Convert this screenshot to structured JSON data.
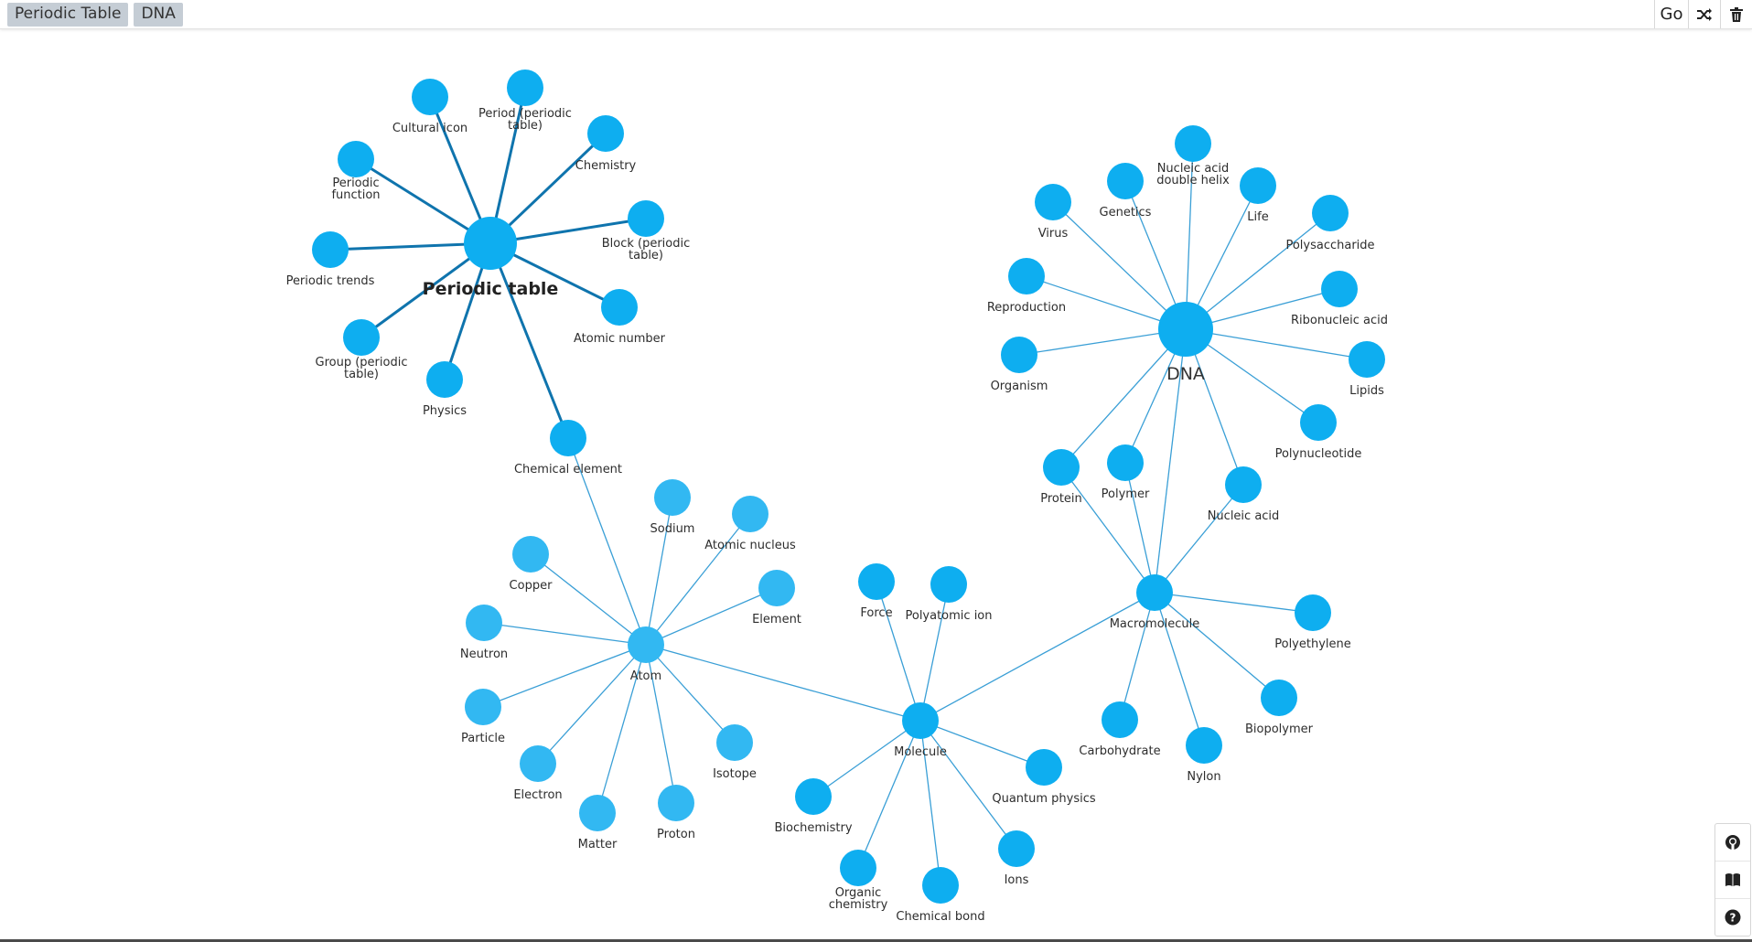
{
  "tabs": [
    {
      "label": "Periodic Table"
    },
    {
      "label": "DNA"
    }
  ],
  "toolbar": {
    "go_label": "Go",
    "shuffle_icon": "shuffle-icon",
    "trash_icon": "trash-icon"
  },
  "side_tools": [
    "github-icon",
    "book-icon",
    "help-icon"
  ],
  "colors": {
    "node": "#0eaef0",
    "edge_strong": "#0f74ad",
    "edge": "#3a9fd6",
    "tag_bg": "#c5cdd5"
  },
  "graph": {
    "nodes": [
      {
        "id": "periodic-table",
        "label": "Periodic table"
      },
      {
        "id": "cultural-icon",
        "label": "Cultural icon"
      },
      {
        "id": "period",
        "label": "Period (periodic table)"
      },
      {
        "id": "chemistry",
        "label": "Chemistry"
      },
      {
        "id": "periodic-function",
        "label": "Periodic function"
      },
      {
        "id": "block",
        "label": "Block (periodic table)"
      },
      {
        "id": "periodic-trends",
        "label": "Periodic trends"
      },
      {
        "id": "atomic-number",
        "label": "Atomic number"
      },
      {
        "id": "group",
        "label": "Group (periodic table)"
      },
      {
        "id": "physics",
        "label": "Physics"
      },
      {
        "id": "chemical-element",
        "label": "Chemical element"
      },
      {
        "id": "dna",
        "label": "DNA"
      },
      {
        "id": "nucleic-acid-double-helix",
        "label": "Nucleic acid double helix"
      },
      {
        "id": "genetics",
        "label": "Genetics"
      },
      {
        "id": "life",
        "label": "Life"
      },
      {
        "id": "virus",
        "label": "Virus"
      },
      {
        "id": "polysaccharide",
        "label": "Polysaccharide"
      },
      {
        "id": "reproduction",
        "label": "Reproduction"
      },
      {
        "id": "ribonucleic-acid",
        "label": "Ribonucleic acid"
      },
      {
        "id": "organism",
        "label": "Organism"
      },
      {
        "id": "lipids",
        "label": "Lipids"
      },
      {
        "id": "polynucleotide",
        "label": "Polynucleotide"
      },
      {
        "id": "protein",
        "label": "Protein"
      },
      {
        "id": "polymer",
        "label": "Polymer"
      },
      {
        "id": "nucleic-acid",
        "label": "Nucleic acid"
      },
      {
        "id": "atom",
        "label": "Atom"
      },
      {
        "id": "sodium",
        "label": "Sodium"
      },
      {
        "id": "atomic-nucleus",
        "label": "Atomic nucleus"
      },
      {
        "id": "copper",
        "label": "Copper"
      },
      {
        "id": "element",
        "label": "Element"
      },
      {
        "id": "neutron",
        "label": "Neutron"
      },
      {
        "id": "particle",
        "label": "Particle"
      },
      {
        "id": "isotope",
        "label": "Isotope"
      },
      {
        "id": "electron",
        "label": "Electron"
      },
      {
        "id": "proton",
        "label": "Proton"
      },
      {
        "id": "matter",
        "label": "Matter"
      },
      {
        "id": "molecule",
        "label": "Molecule"
      },
      {
        "id": "force",
        "label": "Force"
      },
      {
        "id": "polyatomic-ion",
        "label": "Polyatomic ion"
      },
      {
        "id": "quantum-physics",
        "label": "Quantum physics"
      },
      {
        "id": "biochemistry",
        "label": "Biochemistry"
      },
      {
        "id": "ions",
        "label": "Ions"
      },
      {
        "id": "organic-chemistry",
        "label": "Organic chemistry"
      },
      {
        "id": "chemical-bond",
        "label": "Chemical bond"
      },
      {
        "id": "macromolecule",
        "label": "Macromolecule"
      },
      {
        "id": "polyethylene",
        "label": "Polyethylene"
      },
      {
        "id": "carbohydrate",
        "label": "Carbohydrate"
      },
      {
        "id": "biopolymer",
        "label": "Biopolymer"
      },
      {
        "id": "nylon",
        "label": "Nylon"
      }
    ],
    "edges": [
      [
        "periodic-table",
        "cultural-icon"
      ],
      [
        "periodic-table",
        "period"
      ],
      [
        "periodic-table",
        "chemistry"
      ],
      [
        "periodic-table",
        "periodic-function"
      ],
      [
        "periodic-table",
        "block"
      ],
      [
        "periodic-table",
        "periodic-trends"
      ],
      [
        "periodic-table",
        "atomic-number"
      ],
      [
        "periodic-table",
        "group"
      ],
      [
        "periodic-table",
        "physics"
      ],
      [
        "periodic-table",
        "chemical-element"
      ],
      [
        "chemical-element",
        "atom"
      ],
      [
        "atom",
        "sodium"
      ],
      [
        "atom",
        "atomic-nucleus"
      ],
      [
        "atom",
        "copper"
      ],
      [
        "atom",
        "element"
      ],
      [
        "atom",
        "neutron"
      ],
      [
        "atom",
        "particle"
      ],
      [
        "atom",
        "isotope"
      ],
      [
        "atom",
        "electron"
      ],
      [
        "atom",
        "proton"
      ],
      [
        "atom",
        "matter"
      ],
      [
        "atom",
        "molecule"
      ],
      [
        "molecule",
        "force"
      ],
      [
        "molecule",
        "polyatomic-ion"
      ],
      [
        "molecule",
        "quantum-physics"
      ],
      [
        "molecule",
        "biochemistry"
      ],
      [
        "molecule",
        "ions"
      ],
      [
        "molecule",
        "organic-chemistry"
      ],
      [
        "molecule",
        "chemical-bond"
      ],
      [
        "molecule",
        "macromolecule"
      ],
      [
        "macromolecule",
        "polyethylene"
      ],
      [
        "macromolecule",
        "carbohydrate"
      ],
      [
        "macromolecule",
        "biopolymer"
      ],
      [
        "macromolecule",
        "nylon"
      ],
      [
        "macromolecule",
        "protein"
      ],
      [
        "macromolecule",
        "polymer"
      ],
      [
        "macromolecule",
        "nucleic-acid"
      ],
      [
        "macromolecule",
        "dna"
      ],
      [
        "dna",
        "nucleic-acid-double-helix"
      ],
      [
        "dna",
        "genetics"
      ],
      [
        "dna",
        "life"
      ],
      [
        "dna",
        "virus"
      ],
      [
        "dna",
        "polysaccharide"
      ],
      [
        "dna",
        "reproduction"
      ],
      [
        "dna",
        "ribonucleic-acid"
      ],
      [
        "dna",
        "organism"
      ],
      [
        "dna",
        "lipids"
      ],
      [
        "dna",
        "polynucleotide"
      ],
      [
        "dna",
        "protein"
      ],
      [
        "dna",
        "polymer"
      ],
      [
        "dna",
        "nucleic-acid"
      ]
    ]
  }
}
